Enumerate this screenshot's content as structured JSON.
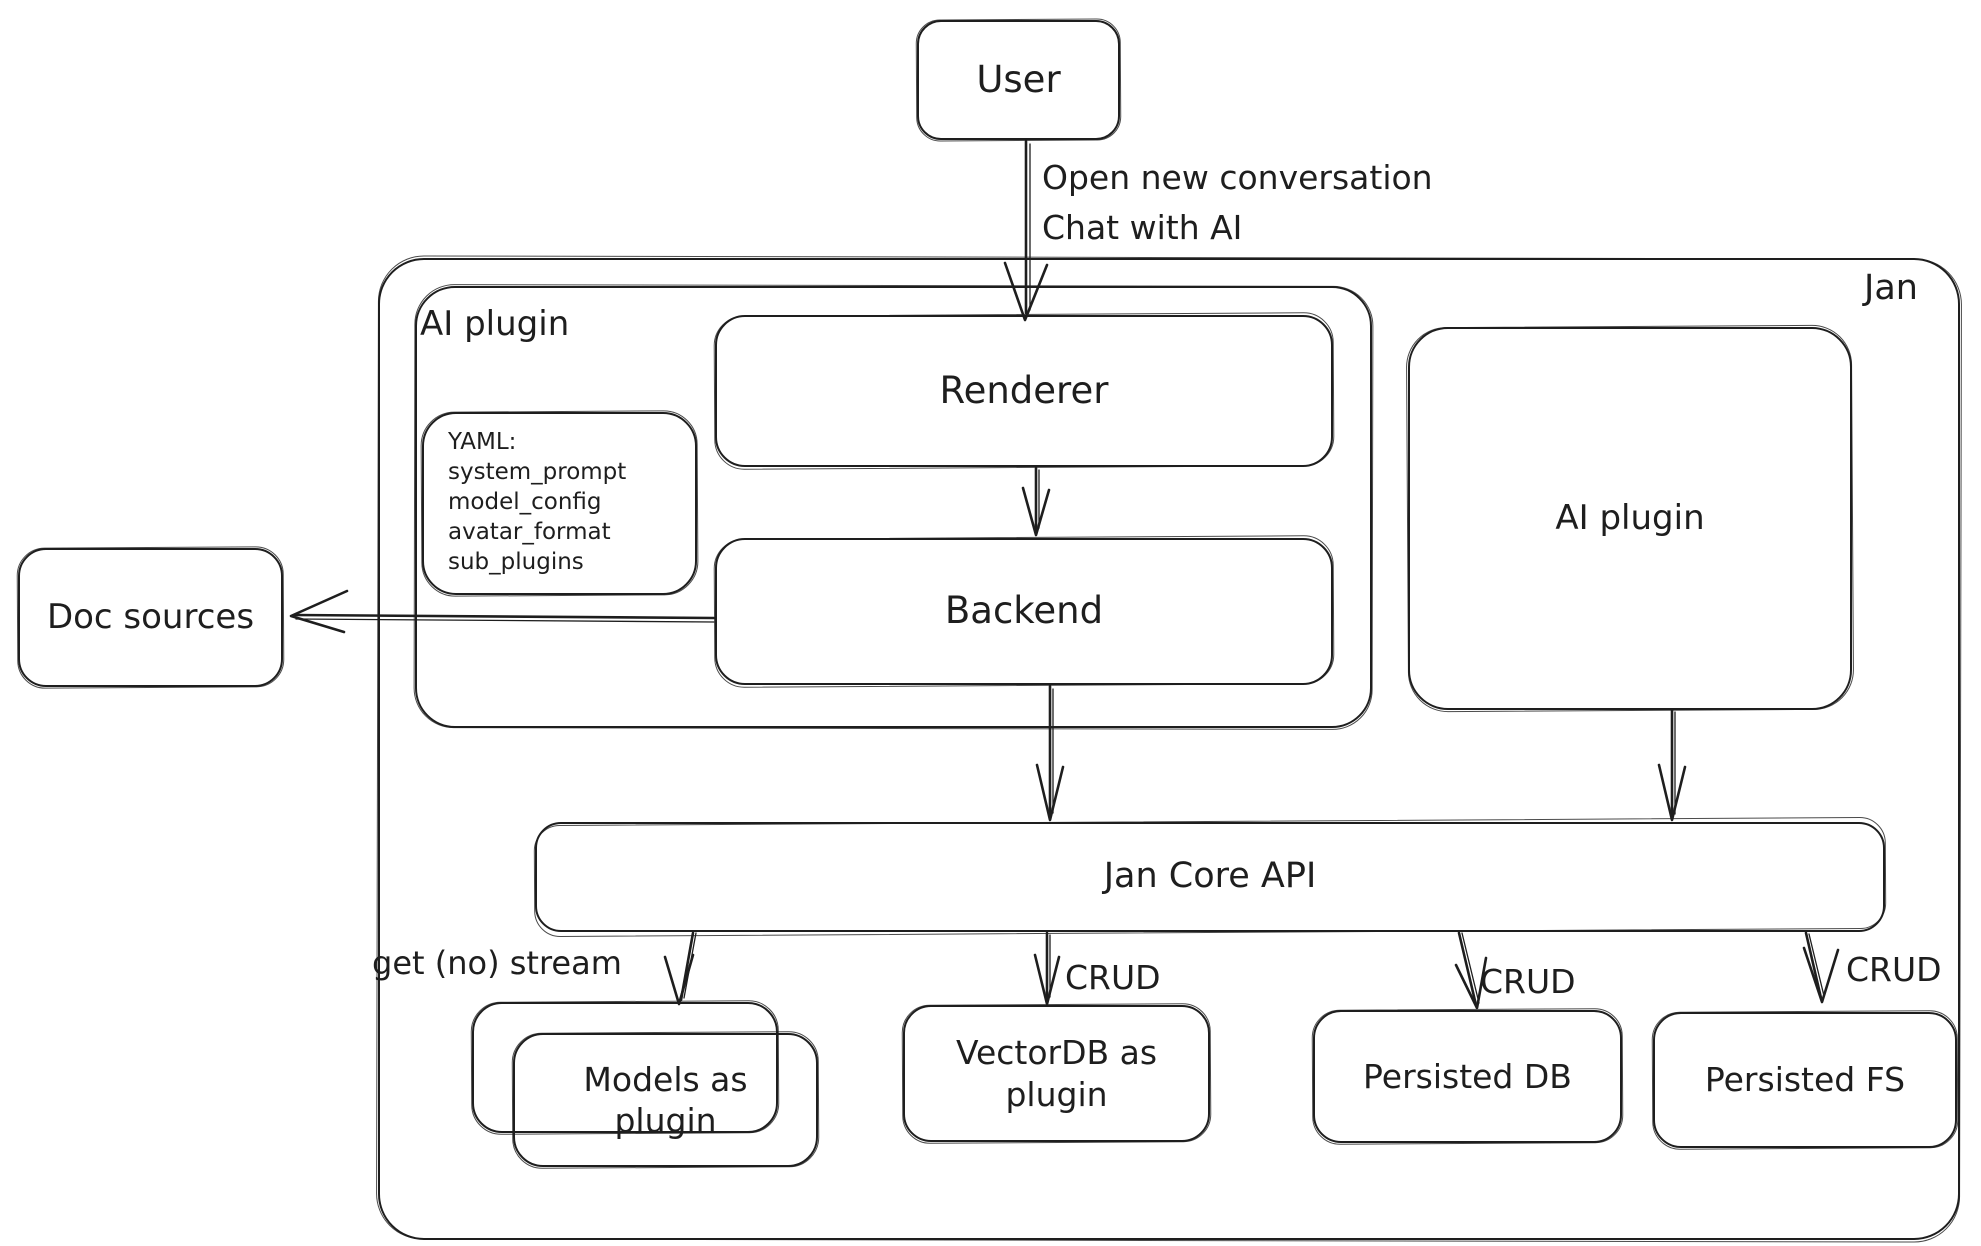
{
  "colors": {
    "stroke": "#1e1e1e",
    "canvas": "#ffffff"
  },
  "nodes": {
    "user": "User",
    "jan_container": "Jan",
    "ai_plugin_container": "AI plugin",
    "renderer": "Renderer",
    "backend": "Backend",
    "ai_plugin": "AI plugin",
    "doc_sources": "Doc sources",
    "jan_core_api": "Jan Core API",
    "models": "Models as plugin",
    "vectordb": "VectorDB as plugin",
    "persisted_db": "Persisted DB",
    "persisted_fs": "Persisted FS"
  },
  "note_yaml": {
    "lines": [
      "YAML:",
      "system_prompt",
      "model_config",
      "avatar_format",
      "sub_plugins"
    ]
  },
  "edge_labels": {
    "open_conversation": "Open new conversation",
    "chat_with_ai": "Chat with AI",
    "get_stream": "get (no) stream",
    "crud_vectordb": "CRUD",
    "crud_persisted_db": "CRUD",
    "crud_persisted_fs": "CRUD"
  }
}
